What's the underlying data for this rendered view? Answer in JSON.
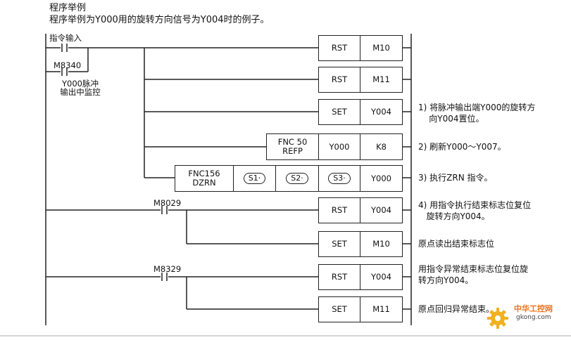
{
  "header": {
    "title": "程序举例",
    "subtitle": "程序举例为Y000用的旋转方向信号为Y004时的例子。"
  },
  "contacts": {
    "input": "指令输入",
    "m8340": "M8340",
    "monitor_line1": "Y000脉冲",
    "monitor_line2": "输出中监控",
    "m8029": "M8029",
    "m8329": "M8329"
  },
  "rungs": [
    {
      "instr": "RST",
      "op1": "M10",
      "note": ""
    },
    {
      "instr": "RST",
      "op1": "M11",
      "note": ""
    },
    {
      "instr": "SET",
      "op1": "Y004",
      "note": "1) 将脉冲输出端Y000的旋转方\n    向Y004置位。"
    },
    {
      "instr_l1": "FNC 50",
      "instr_l2": "REFP",
      "op1": "Y000",
      "op2": "K8",
      "note": "2) 刷新Y000～Y007。"
    },
    {
      "instr_l1": "FNC156",
      "instr_l2": "DZRN",
      "s1": "S1·",
      "s2": "S2·",
      "s3": "S3·",
      "op4": "Y000",
      "note": "3) 执行ZRN 指令。"
    },
    {
      "instr": "RST",
      "op1": "Y004",
      "note": "4) 用指令执行结束标志位复位\n   旋转方向Y004。"
    },
    {
      "instr": "SET",
      "op1": "M10",
      "note": "原点读出结束标志位"
    },
    {
      "instr": "RST",
      "op1": "Y004",
      "note": "用指令异常结束标志位复位旋\n转方向Y004。"
    },
    {
      "instr": "SET",
      "op1": "M11",
      "note": "原点回归异常结束。"
    }
  ],
  "watermark": {
    "brand": "中华工控网",
    "url": "gkong.com"
  },
  "colors": {
    "line": "#222222",
    "brand": "#e8731e"
  }
}
